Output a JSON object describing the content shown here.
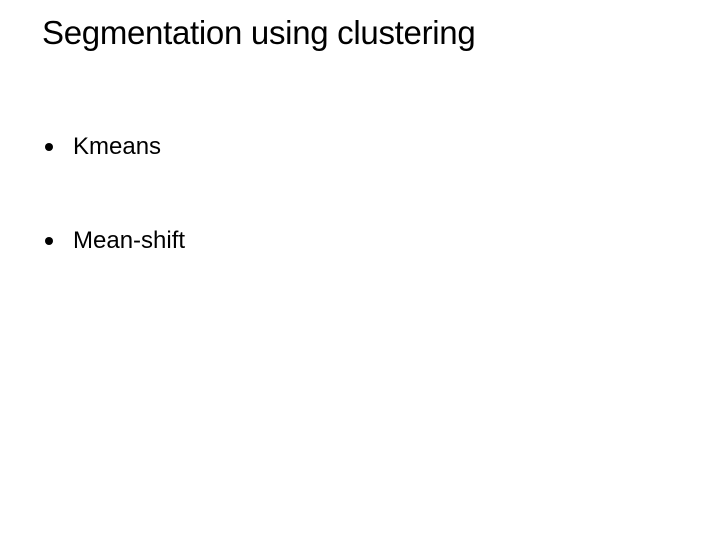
{
  "slide": {
    "title": "Segmentation using clustering",
    "bullets": [
      "Kmeans",
      "Mean-shift"
    ],
    "colors": {
      "background": "#ffffff",
      "text": "#000000",
      "bullet_marker": "#000000"
    }
  }
}
